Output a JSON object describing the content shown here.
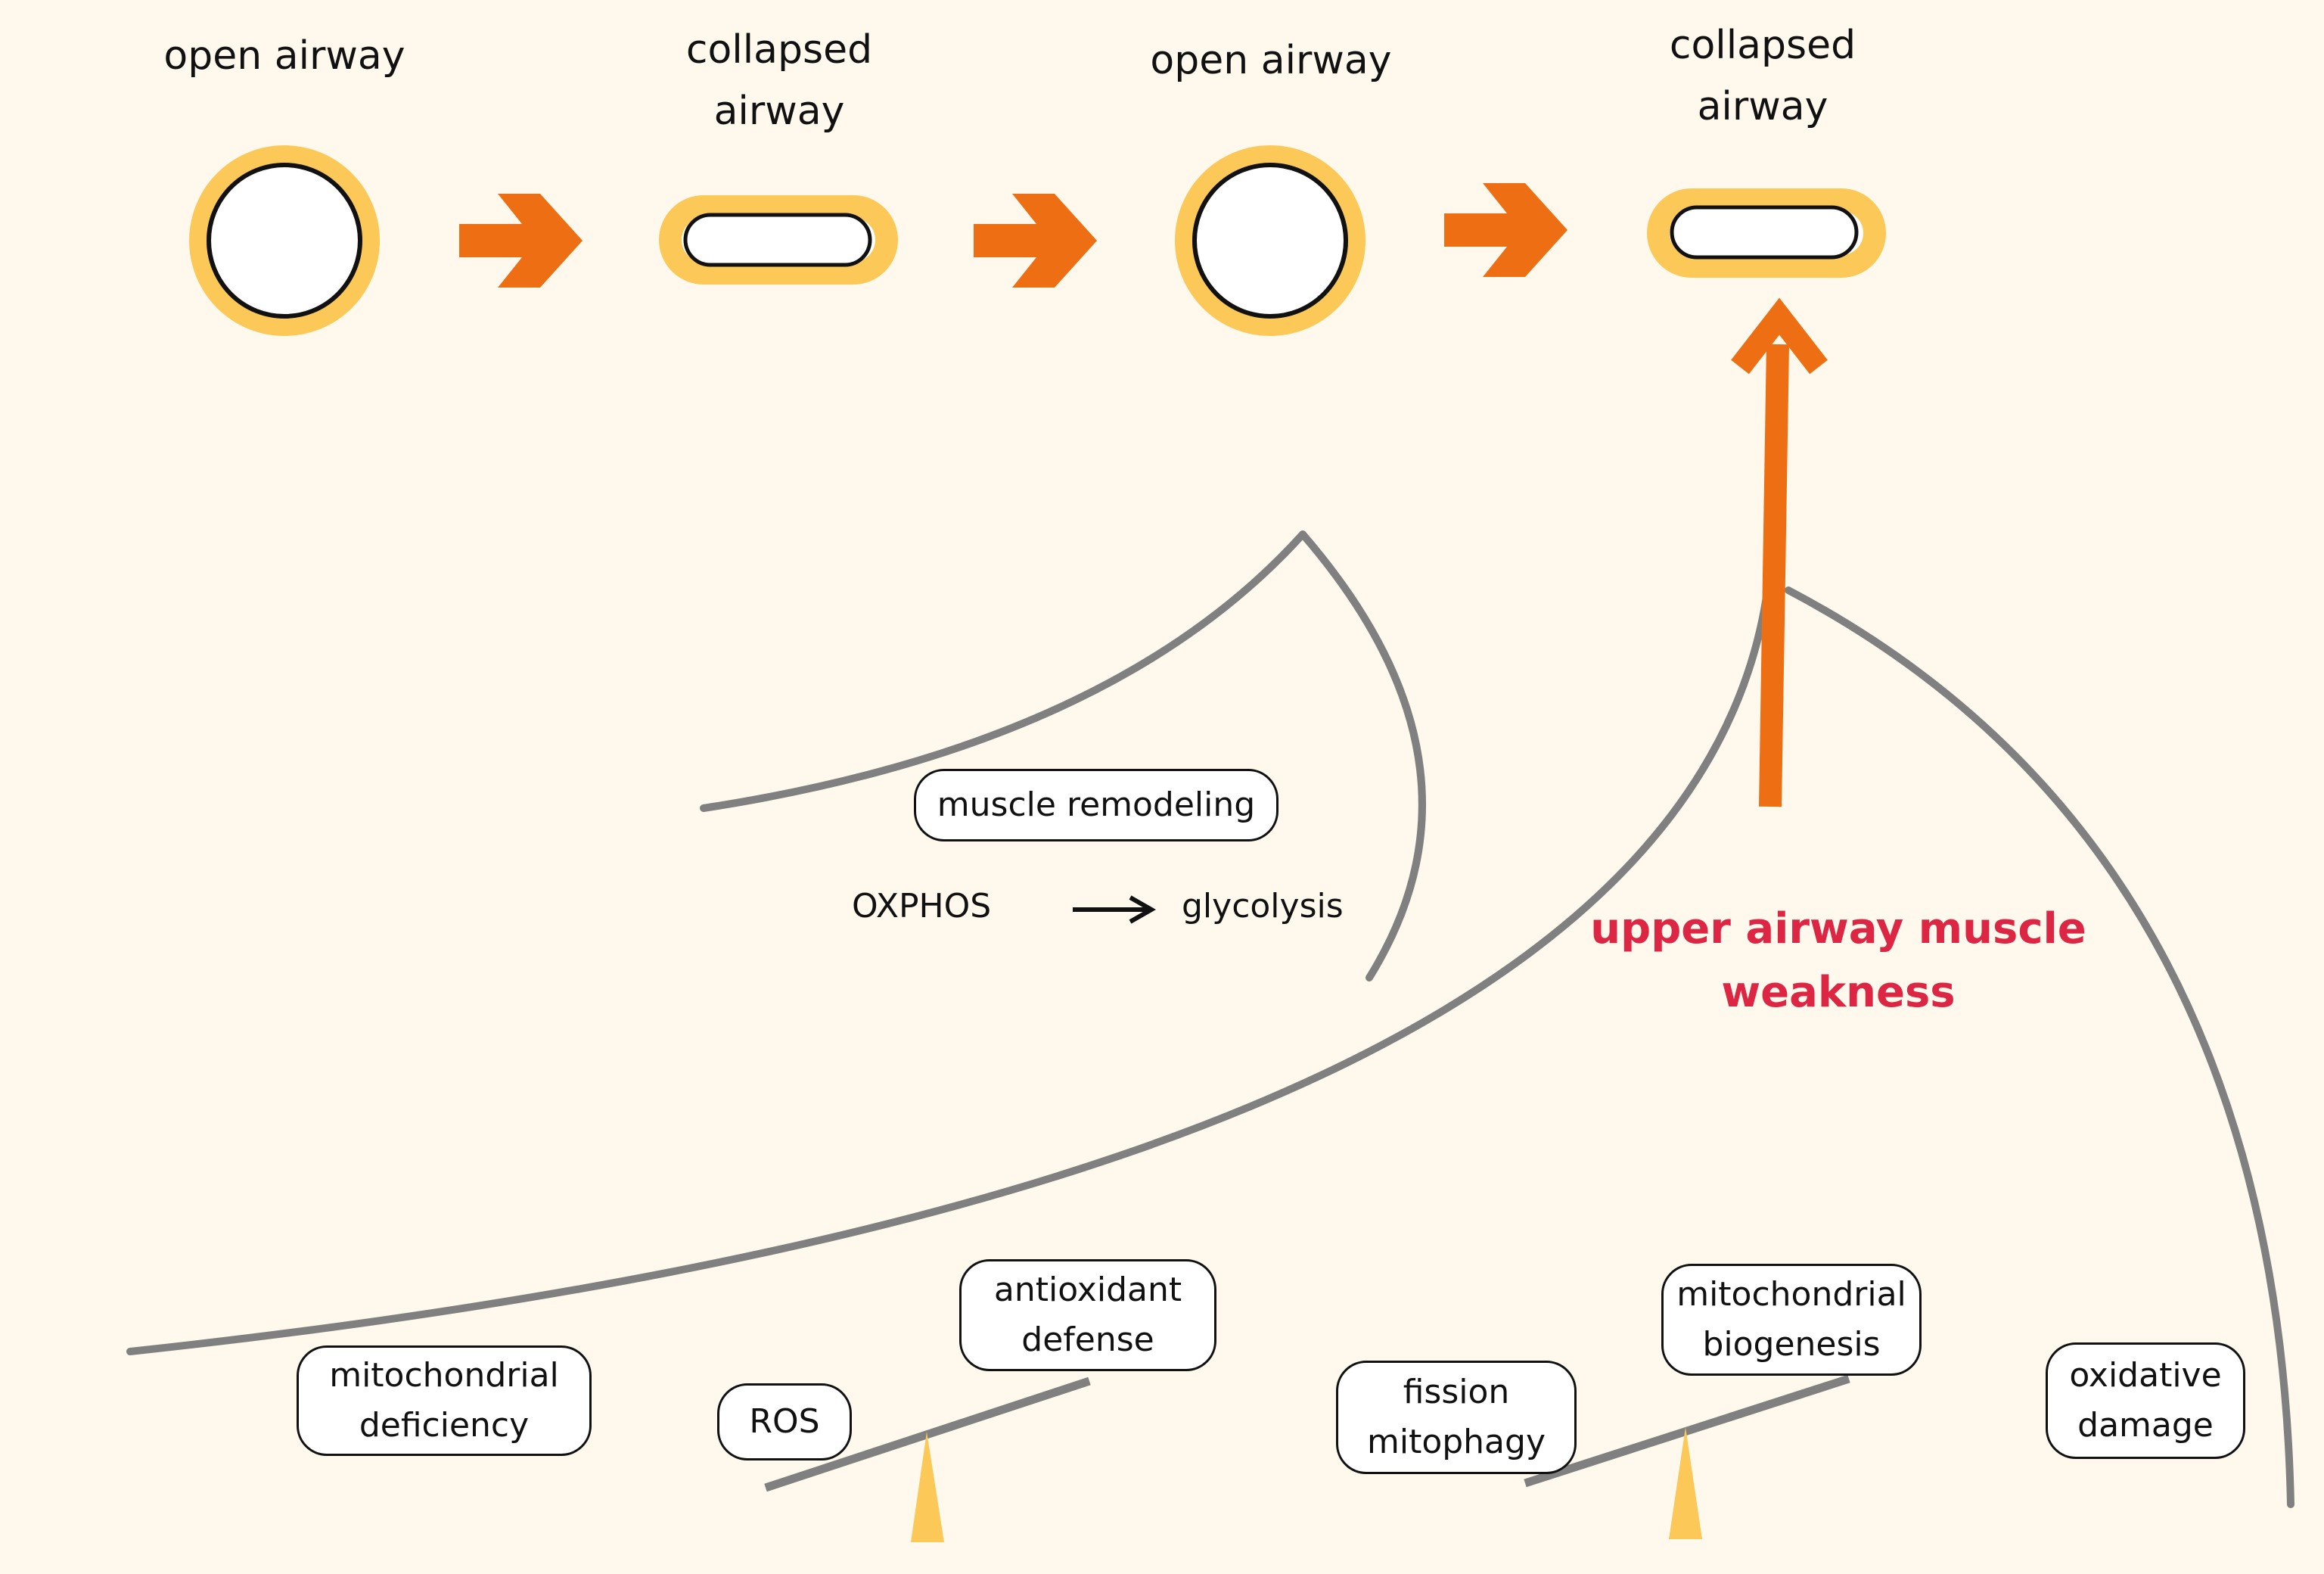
{
  "colors": {
    "background": "#FEF9EC",
    "ring": "#FCC857",
    "arrow": "#EE6F13",
    "curve": "#808080",
    "highlight": "#DC2643",
    "outline": "#111111"
  },
  "stages": [
    {
      "line1": "open airway",
      "line2": ""
    },
    {
      "line1": "collapsed",
      "line2": "airway"
    },
    {
      "line1": "open airway",
      "line2": ""
    },
    {
      "line1": "collapsed",
      "line2": "airway"
    }
  ],
  "remodeling": {
    "box": "muscle remodeling",
    "from": "OXPHOS",
    "to": "glycolysis"
  },
  "weakness": {
    "line1": "upper airway muscle",
    "line2": "weakness"
  },
  "boxes": {
    "mito_deficiency": {
      "line1": "mitochondrial",
      "line2": "deficiency"
    },
    "ros": "ROS",
    "antioxidant": {
      "line1": "antioxidant",
      "line2": "defense"
    },
    "fission": {
      "line1": "fission",
      "line2": "mitophagy"
    },
    "biogenesis": {
      "line1": "mitochondrial",
      "line2": "biogenesis"
    },
    "oxidative": {
      "line1": "oxidative",
      "line2": "damage"
    }
  }
}
